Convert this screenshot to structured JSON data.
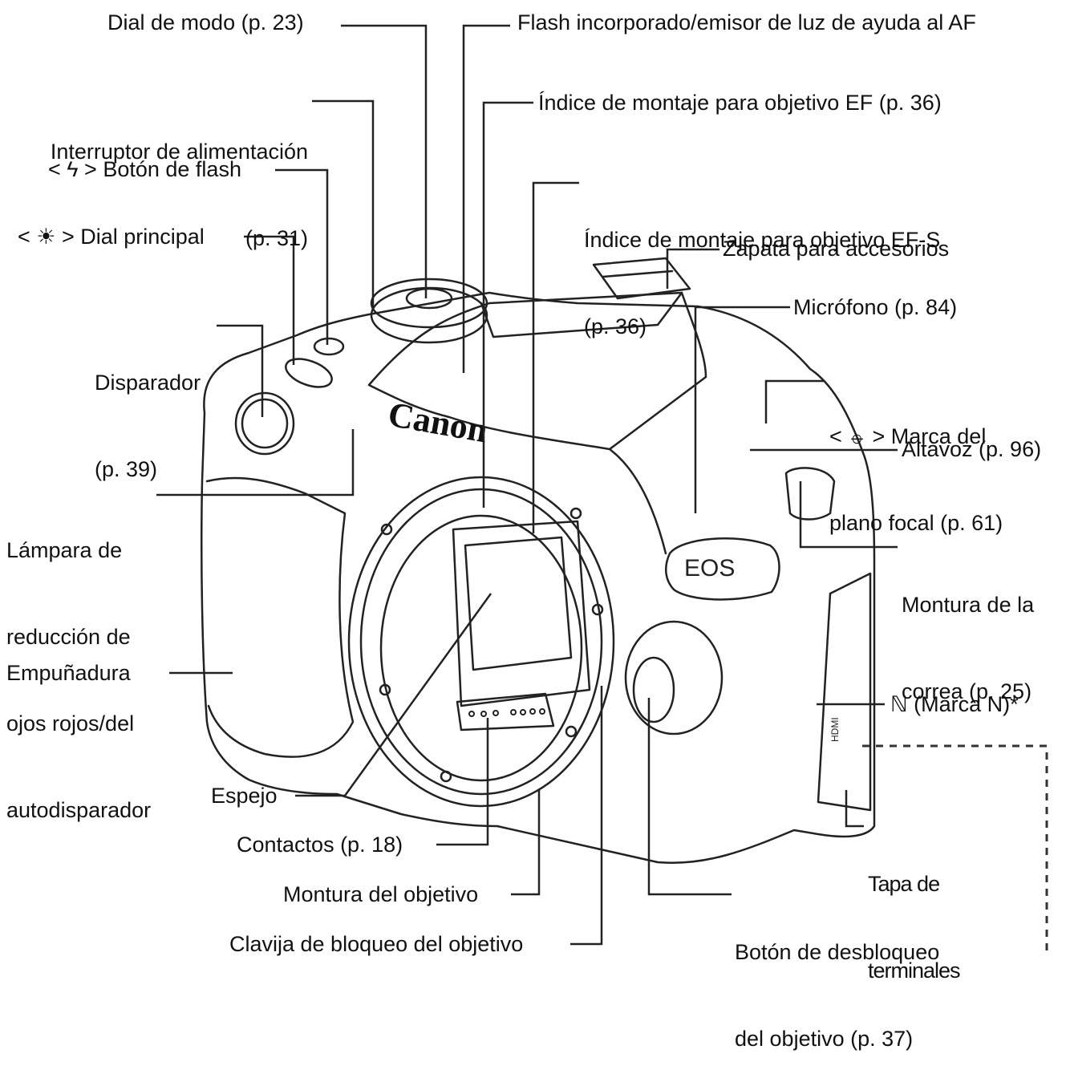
{
  "labels": {
    "mode_dial": "Dial de modo (p. 23)",
    "builtin_flash": "Flash incorporado/emisor de luz de ayuda al AF",
    "power_switch_1": "Interruptor de alimentación",
    "power_switch_2": "(p. 31)",
    "ef_index": "Índice de montaje para objetivo EF (p. 36)",
    "flash_button": "< ϟ > Botón de flash",
    "efs_index_1": "Índice de montaje para objetivo EF-S",
    "efs_index_2": "(p. 36)",
    "main_dial": "< ☀ > Dial principal",
    "hot_shoe": "Zapata para accesorios",
    "shutter_1": "Disparador",
    "shutter_2": "(p. 39)",
    "microphone": "Micrófono (p. 84)",
    "focal_plane_1": "< ⦵ > Marca del",
    "focal_plane_2": "plano focal (p. 61)",
    "speaker": "Altavoz (p. 96)",
    "lamp_1": "Lámpara de",
    "lamp_2": "reducción de",
    "lamp_3": "ojos rojos/del",
    "lamp_4": "autodisparador",
    "strap_1": "Montura de la",
    "strap_2": "correa (p. 25)",
    "grip": "Empuñadura",
    "nfc": "ℕ (Marca N)*",
    "mirror": "Espejo",
    "terminal_1": "Tapa de",
    "terminal_2": "terminales",
    "contacts": "Contactos (p. 18)",
    "lens_mount": "Montura del objetivo",
    "release_1": "Botón de desbloqueo",
    "release_2": "del objetivo (p. 37)",
    "lock_pin": "Clavija de bloqueo del objetivo"
  },
  "camera": {
    "brand": "Canon",
    "model": "EOS",
    "port_labels": [
      "HDMI"
    ]
  }
}
